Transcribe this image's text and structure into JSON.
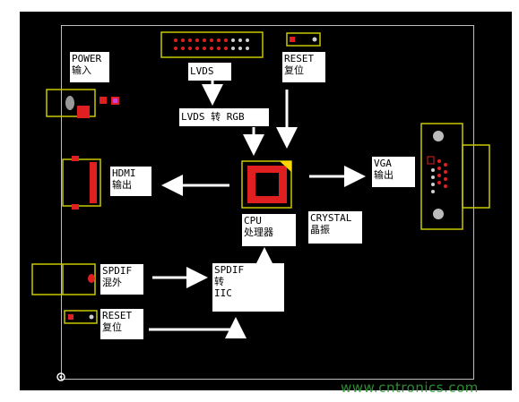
{
  "labels": {
    "power": "POWER\n输入",
    "lvds": "LVDS",
    "reset_top": "RESET\n复位",
    "lvds_rgb": "LVDS 转 RGB",
    "hdmi": "HDMI\n输出",
    "vga": "VGA\n输出",
    "cpu": "CPU\n处理器",
    "crystal": "CRYSTAL\n晶振",
    "spdif_in": "SPDIF\n混外",
    "spdif_iic": "SPDIF\n转\nIIC",
    "reset_bottom": "RESET\n复位"
  },
  "watermark": "www.cntronics.com",
  "colors": {
    "board": "#000000",
    "outline": "#bfbfbf",
    "component": "#c8c800",
    "pad": "#e02020",
    "arrow": "#ffffff"
  }
}
